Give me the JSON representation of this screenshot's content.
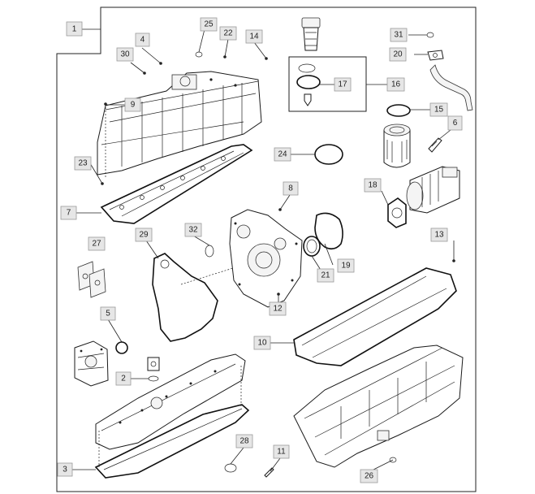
{
  "callouts": {
    "c1": "1",
    "c2": "2",
    "c3": "3",
    "c4": "4",
    "c5": "5",
    "c6": "6",
    "c7": "7",
    "c8": "8",
    "c9": "9",
    "c10": "10",
    "c11": "11",
    "c12": "12",
    "c13": "13",
    "c14": "14",
    "c15": "15",
    "c16": "16",
    "c17": "17",
    "c19": "19",
    "c20": "20",
    "c21": "21",
    "c22": "22",
    "c23": "23",
    "c24": "24",
    "c25": "25",
    "c26": "26",
    "c27": "27",
    "c28": "28",
    "c29": "29",
    "c30": "30",
    "c31": "31",
    "c32": "32",
    "c18": "18"
  }
}
